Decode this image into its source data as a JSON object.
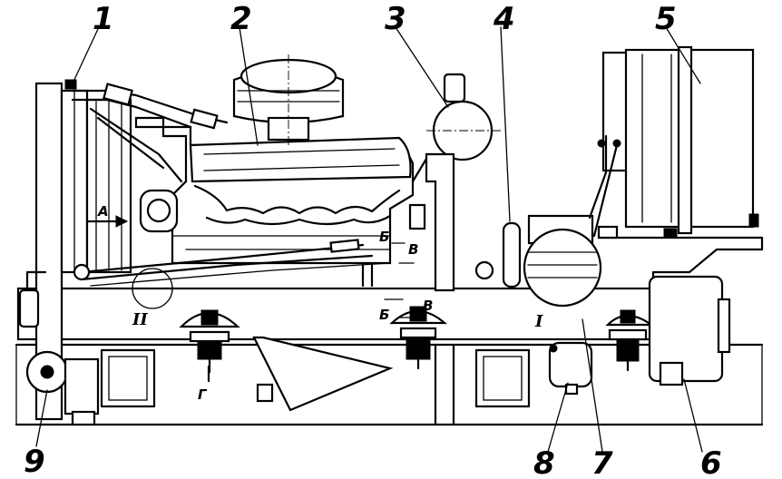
{
  "callouts": [
    {
      "id": "1",
      "label": "1"
    },
    {
      "id": "2",
      "label": "2"
    },
    {
      "id": "3",
      "label": "3"
    },
    {
      "id": "4",
      "label": "4"
    },
    {
      "id": "5",
      "label": "5"
    },
    {
      "id": "6",
      "label": "6"
    },
    {
      "id": "7",
      "label": "7"
    },
    {
      "id": "8",
      "label": "8"
    },
    {
      "id": "9",
      "label": "9"
    }
  ],
  "view_markers": {
    "A": "A",
    "B_upper": "Б",
    "V_upper": "В",
    "B_lower": "Б",
    "V_lower": "В",
    "G": "Г"
  },
  "detail_markers": {
    "I": "I",
    "II": "II"
  }
}
